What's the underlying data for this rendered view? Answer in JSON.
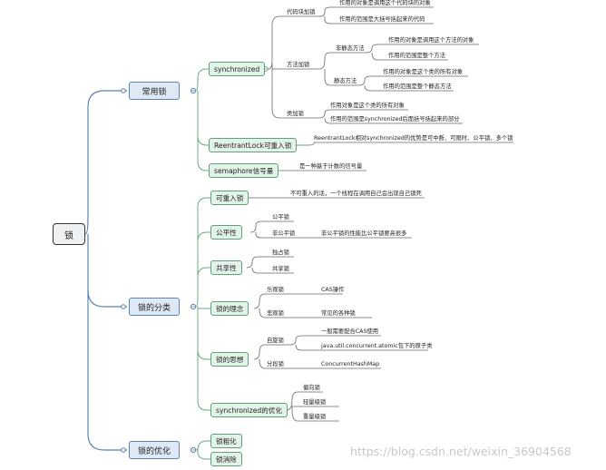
{
  "root": {
    "label": "锁"
  },
  "branches": {
    "common": "常用锁",
    "classification": "锁的分类",
    "optimization": "锁的优化"
  },
  "common_locks": {
    "synchronized": {
      "label": "synchronized",
      "code_block": {
        "label": "代码块加锁",
        "items": [
          "作用的对象是调用这个代码块的对象",
          "作用的范围是大括号括起来的代码"
        ]
      },
      "method": {
        "label": "方法加锁",
        "non_static": {
          "label": "非静态方法",
          "items": [
            "作用的对象是调用这个方法的对象",
            "作用的范围是整个方法"
          ]
        },
        "static": {
          "label": "静态方法",
          "items": [
            "作用的对象是这个类的所有对象",
            "作用的范围是整个静态方法"
          ]
        }
      },
      "class_lock": {
        "label": "类加锁",
        "items": [
          "作用对象是这个类的所有对象",
          "作用的范围是synchronized后面括号括起来的部分"
        ]
      }
    },
    "reentrant": {
      "label": "ReentrantLock可重入锁",
      "note": "ReentrantLock相对synchronized的优势是可中断、可限时、公平锁、多个锁"
    },
    "semaphore": {
      "label": "semaphore信号量",
      "note": "是一种基于计数的信号量"
    }
  },
  "classification": {
    "reentrant": {
      "label": "可重入锁",
      "note": "不可重入的话，一个线程在调用自己会出现自己锁死"
    },
    "fair": {
      "label": "公平性",
      "fair": "公平锁",
      "unfair": "非公平锁",
      "unfair_note": "非公平锁的性能比公平锁要高很多"
    },
    "shared": {
      "label": "共享性",
      "exclusive": "独占锁",
      "shared": "共享锁"
    },
    "concept": {
      "label": "锁的理念",
      "optimistic": "乐观锁",
      "optimistic_note": "CAS操作",
      "pessimistic": "悲观锁",
      "pessimistic_note": "常见的各种锁"
    },
    "thinking": {
      "label": "锁的思想",
      "spin": "自旋锁",
      "spin_items": [
        "一般需要配合CAS使用",
        "java.util.concurrent.atomic包下的原子类"
      ],
      "segment": "分段锁",
      "segment_note": "ConcurrentHashMap"
    },
    "sync_opt": {
      "label": "synchronized的优化",
      "items": [
        "偏向锁",
        "轻量级锁",
        "重量级锁"
      ]
    }
  },
  "optimization": {
    "coarsen": "锁粗化",
    "eliminate": "锁消除"
  },
  "watermark": "https://blog.csdn.net/weixin_36904568",
  "colors": {
    "level1_border": "#5b84b1",
    "level2_border": "#5fa27a",
    "wire": "#5b84b1",
    "wire_green": "#6aab82",
    "leaf_wire": "#6a6a6a"
  }
}
